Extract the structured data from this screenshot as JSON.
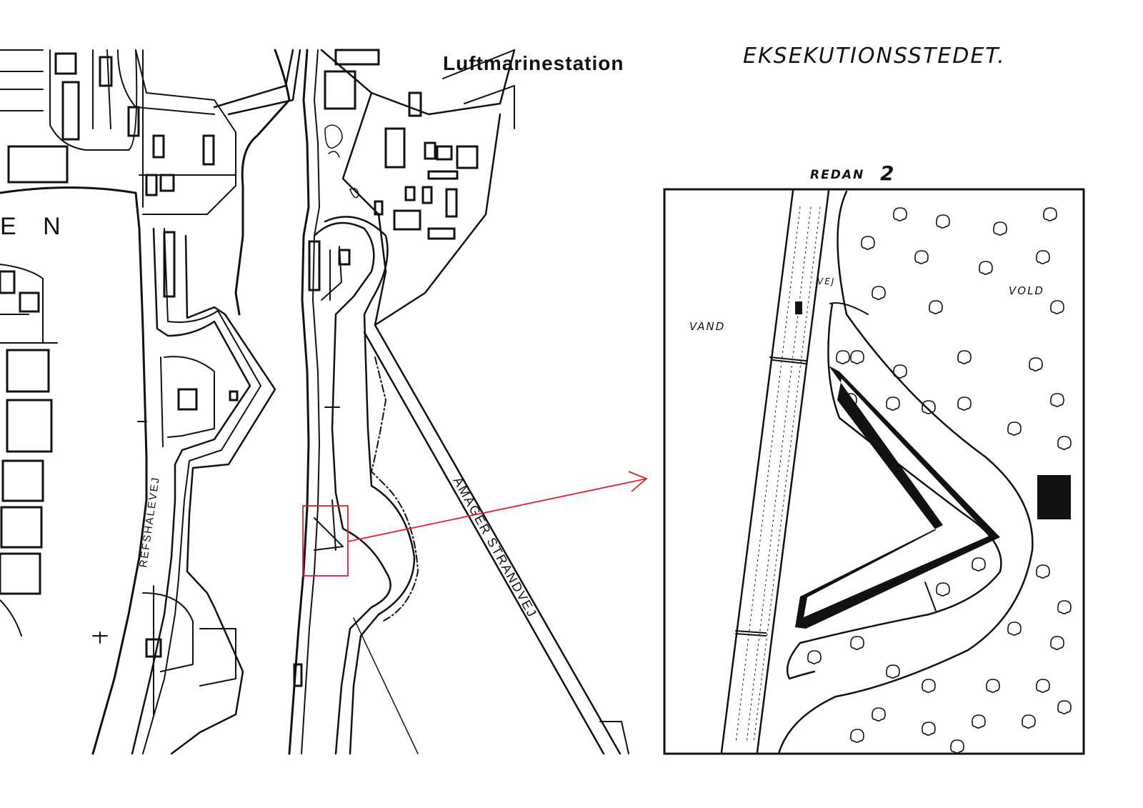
{
  "title": "EKSEKUTIONSSTEDET.",
  "overview_map": {
    "labels": {
      "airbase": "Luftmarinestation",
      "water_fragment": "E N",
      "street_west": "REFSHALEVEJ",
      "street_east": "AMAGER STRANDVEJ"
    },
    "callout_color": "#e0202a"
  },
  "detail_map": {
    "heading": "REDAN",
    "heading_number": "2",
    "labels": {
      "water": "VAND",
      "road": "VEJ",
      "rampart": "VOLD"
    }
  }
}
